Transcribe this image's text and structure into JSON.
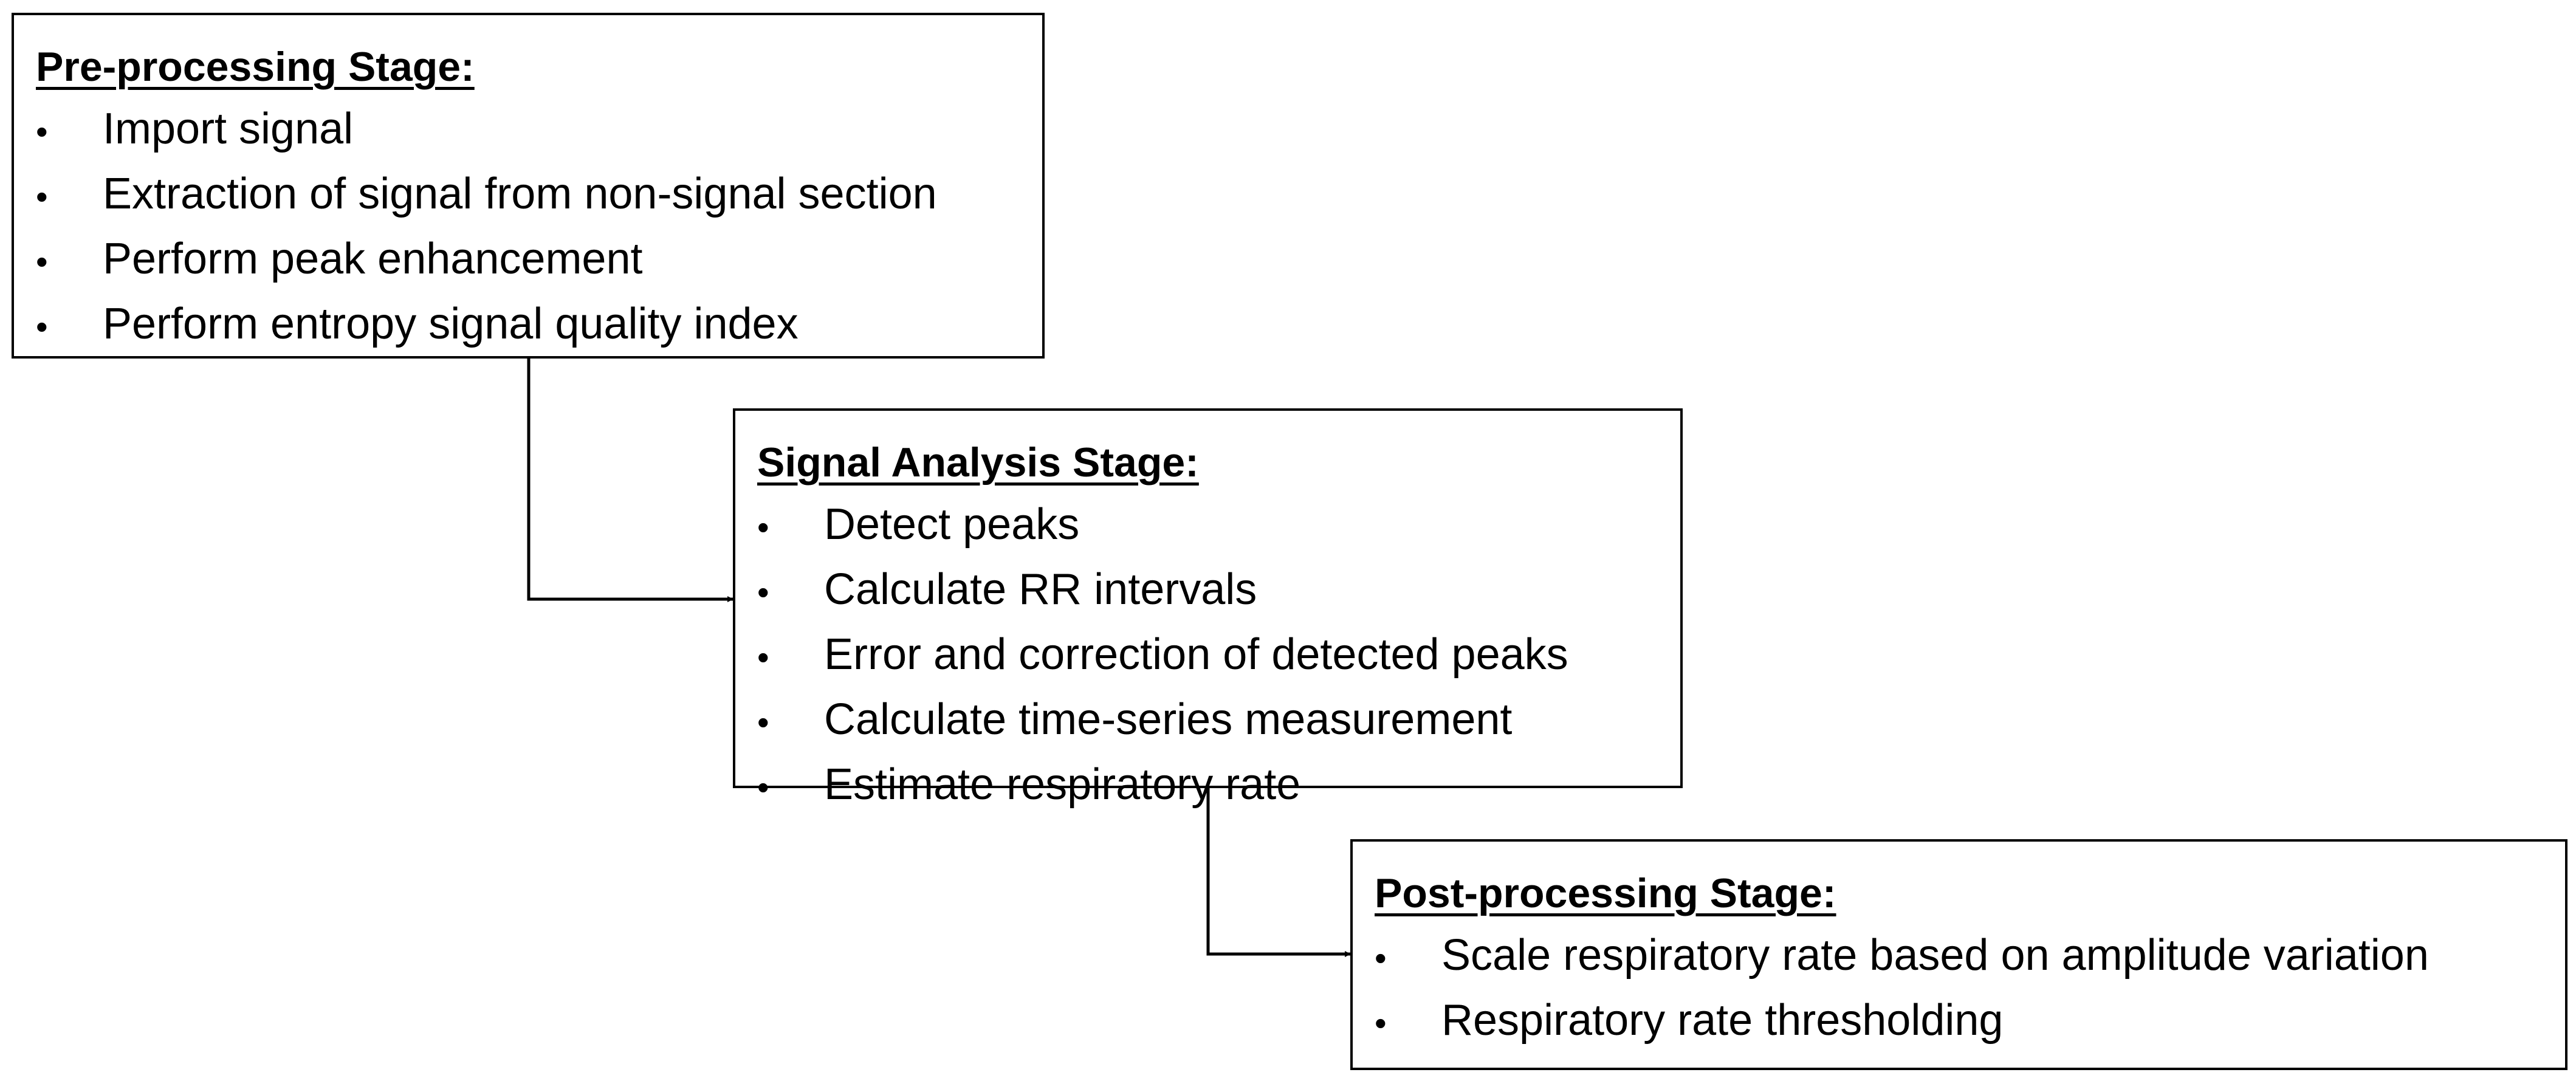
{
  "stages": [
    {
      "title": "Pre-processing Stage:",
      "steps": [
        "Import signal",
        "Extraction of signal from non-signal section",
        "Perform peak enhancement",
        "Perform entropy signal quality index"
      ]
    },
    {
      "title": "Signal Analysis Stage:",
      "steps": [
        "Detect peaks",
        "Calculate RR intervals",
        "Error and correction of detected peaks",
        "Calculate time-series measurement",
        "Estimate respiratory rate"
      ]
    },
    {
      "title": "Post-processing Stage:",
      "steps": [
        "Scale respiratory rate based on amplitude variation",
        "Respiratory rate thresholding"
      ]
    }
  ],
  "colors": {
    "line": "#000000",
    "box_border": "#000000",
    "background": "#ffffff"
  }
}
